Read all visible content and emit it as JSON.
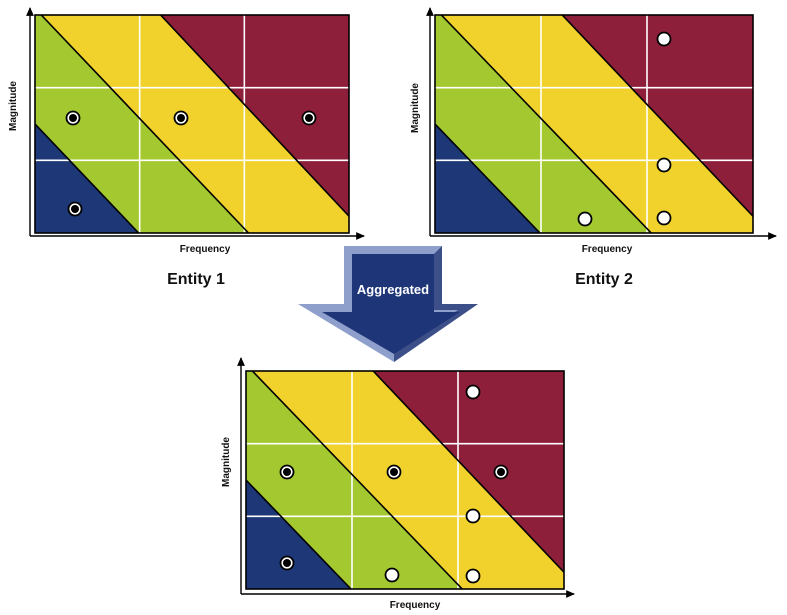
{
  "colors": {
    "blue": "#1d3777",
    "green": "#a3c830",
    "yellow": "#f1d22c",
    "red": "#8d1f3b",
    "arrow_fill": "#1e3578",
    "arrow_light": "#8e9fcc",
    "arrow_dark": "#3d4f88"
  },
  "matrices": [
    {
      "id": "entity-1",
      "caption": "Entity 1",
      "xlabel": "Frequency",
      "ylabel": "Magnitude",
      "markers": [
        {
          "kind": "filled",
          "x": 1,
          "y": 2
        },
        {
          "kind": "filled",
          "x": 2,
          "y": 2
        },
        {
          "kind": "filled",
          "x": 3,
          "y": 2
        },
        {
          "kind": "filled",
          "x": 1,
          "y": 1
        }
      ]
    },
    {
      "id": "entity-2",
      "caption": "Entity 2",
      "xlabel": "Frequency",
      "ylabel": "Magnitude",
      "markers": [
        {
          "kind": "open",
          "x": 3,
          "y": 3
        },
        {
          "kind": "open",
          "x": 3,
          "y": 2
        },
        {
          "kind": "open",
          "x": 2,
          "y": 1
        },
        {
          "kind": "open",
          "x": 3,
          "y": 1
        }
      ]
    },
    {
      "id": "aggregated",
      "caption": "",
      "xlabel": "Frequency",
      "ylabel": "Magnitude",
      "markers": [
        {
          "kind": "open",
          "x": 3,
          "y": 3
        },
        {
          "kind": "filled",
          "x": 1,
          "y": 2
        },
        {
          "kind": "filled",
          "x": 2,
          "y": 2
        },
        {
          "kind": "filled",
          "x": 3,
          "y": 2
        },
        {
          "kind": "open",
          "x": 3,
          "y": 2
        },
        {
          "kind": "filled",
          "x": 1,
          "y": 1
        },
        {
          "kind": "open",
          "x": 2,
          "y": 1
        },
        {
          "kind": "open",
          "x": 3,
          "y": 1
        }
      ]
    }
  ],
  "arrow": {
    "label": "Aggregated"
  }
}
